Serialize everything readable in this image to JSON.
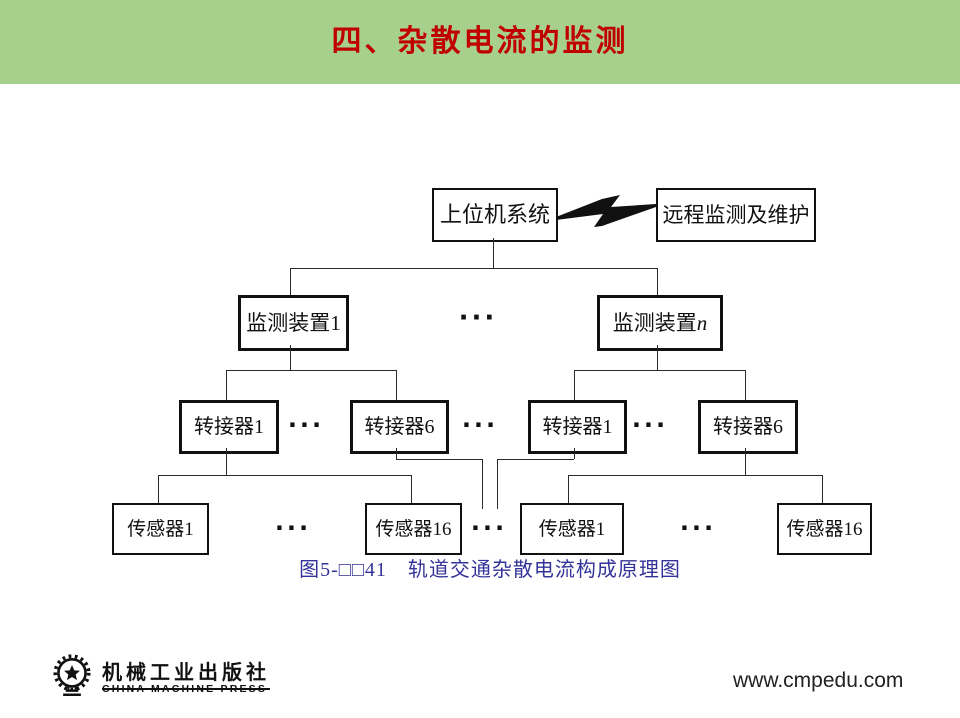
{
  "header": {
    "title": "四、杂散电流的监测"
  },
  "diagram": {
    "host_box": "上位机系统",
    "remote_box": "远程监测及维护",
    "monitor_1": "监测装置1",
    "monitor_n_prefix": "监测装置",
    "monitor_n_var": "n",
    "adapter_1": "转接器1",
    "adapter_6": "转接器6",
    "sensor_1": "传感器1",
    "sensor_16": "传感器16",
    "dots": "···",
    "caption": "图5-□□41　轨道交通杂散电流构成原理图"
  },
  "footer": {
    "publisher_cn": "机械工业出版社",
    "publisher_en": "CHINA MACHINE PRESS",
    "website": "www.cmpedu.com"
  },
  "colors": {
    "header_bg": "#A8D08D",
    "title_text": "#C00000",
    "caption_text": "#333399",
    "diagram_ink": "#111111"
  }
}
